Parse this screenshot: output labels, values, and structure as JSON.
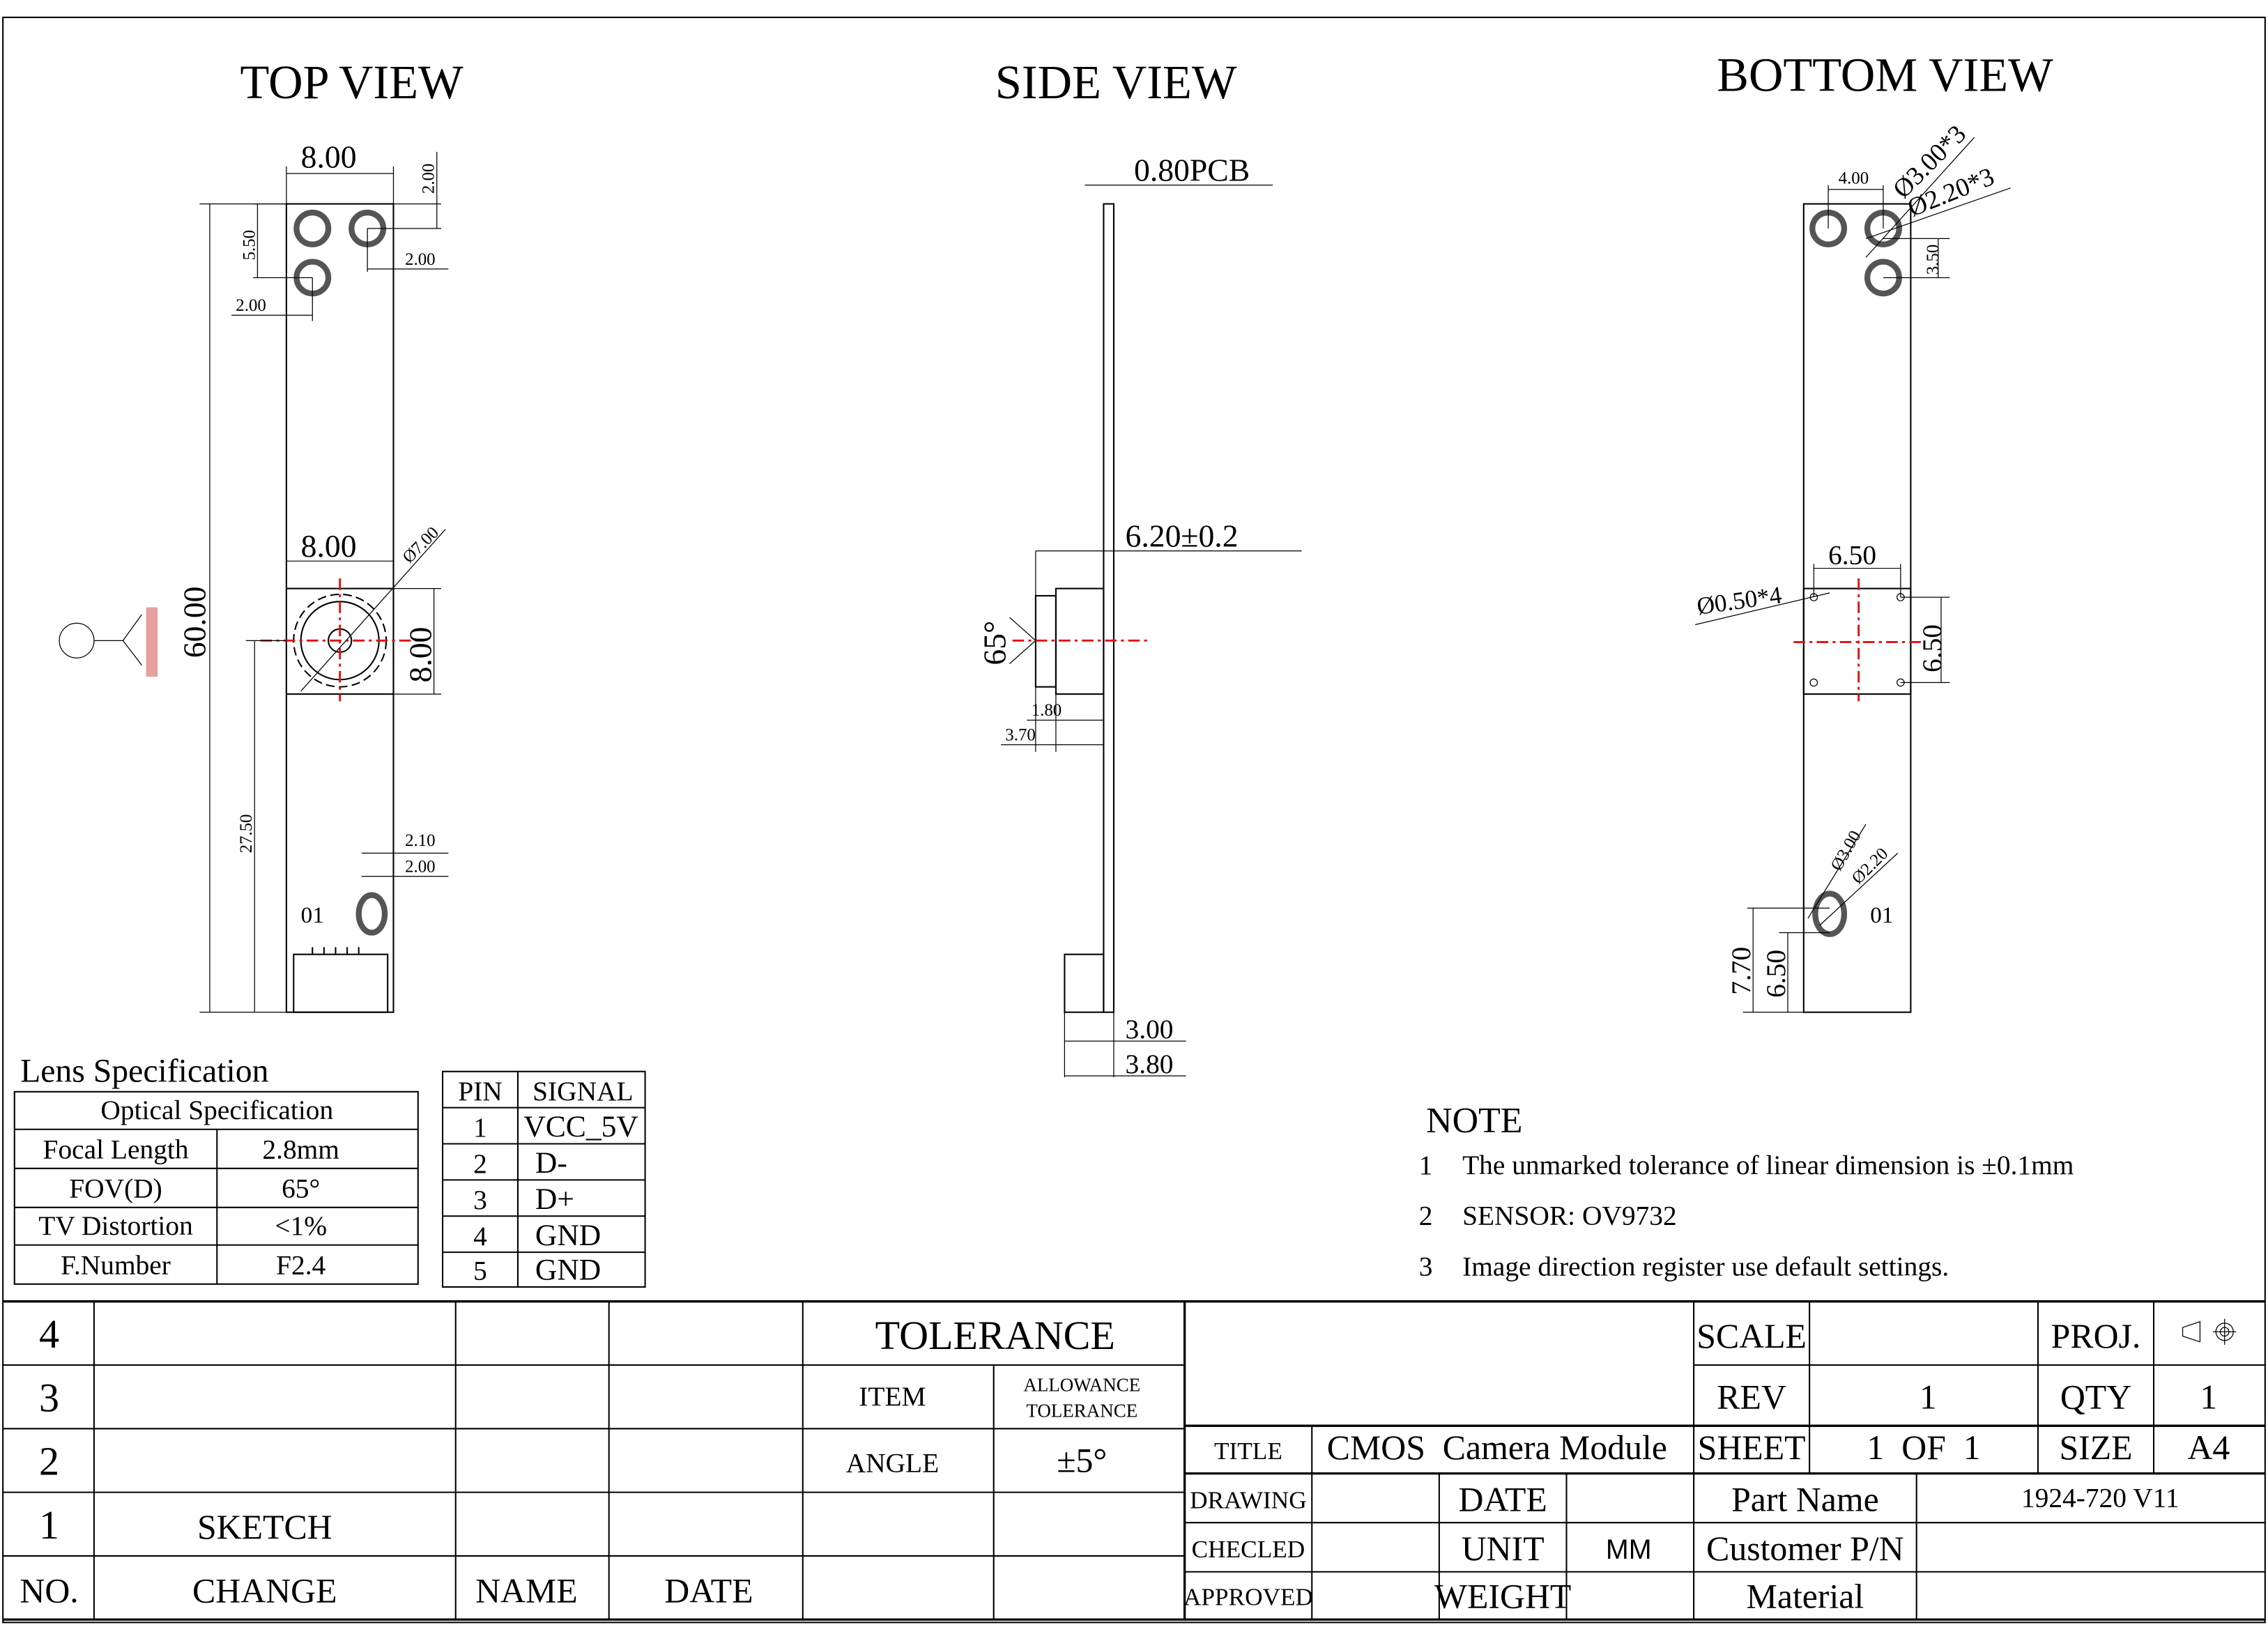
{
  "views": {
    "top": {
      "title": "TOP VIEW",
      "dims": {
        "width_top": "8.00",
        "hole_top_offset": "2.00",
        "hole_pitch_v": "5.50",
        "hole_right_offset": "2.00",
        "hole_left_offset": "2.00",
        "width_lens": "8.00",
        "lens_dia": "Ø7.00",
        "length": "60.00",
        "lens_height": "8.00",
        "lens_pos": "27.50",
        "conn_offset1": "2.10",
        "conn_offset2": "2.00",
        "pin1_label": "01"
      }
    },
    "side": {
      "title": "SIDE VIEW",
      "dims": {
        "pcb": "0.80PCB",
        "lens_height": "6.20±0.2",
        "angle": "65°",
        "d1": "1.80",
        "d2": "3.70",
        "conn1": "3.00",
        "conn2": "3.80"
      }
    },
    "bottom": {
      "title": "BOTTOM VIEW",
      "dims": {
        "pitch": "4.00",
        "hole_outer": "Ø3.00*3",
        "hole_inner": "Ø2.20*3",
        "hole_pitch_v": "3.50",
        "mount_w": "6.50",
        "mount_holes": "Ø0.50*4",
        "mount_h": "6.50",
        "pin_outer": "Ø3.00",
        "pin_inner": "Ø2.20",
        "pin1_label": "01",
        "pin_pos1": "7.70",
        "pin_pos2": "6.50"
      }
    }
  },
  "lens_spec": {
    "title": "Lens Specification",
    "header": "Optical Specification",
    "rows": [
      {
        "name": "Focal Length",
        "value": "2.8mm"
      },
      {
        "name": "FOV(D)",
        "value": "65°"
      },
      {
        "name": "TV Distortion",
        "value": "<1%"
      },
      {
        "name": "F.Number",
        "value": "F2.4"
      }
    ]
  },
  "pin_table": {
    "headers": [
      "PIN",
      "SIGNAL"
    ],
    "rows": [
      {
        "pin": "1",
        "signal": "VCC_5V"
      },
      {
        "pin": "2",
        "signal": "D-"
      },
      {
        "pin": "3",
        "signal": "D+"
      },
      {
        "pin": "4",
        "signal": "GND"
      },
      {
        "pin": "5",
        "signal": "GND"
      }
    ]
  },
  "notes": {
    "title": "NOTE",
    "items": [
      {
        "num": "1",
        "text": "The unmarked tolerance of linear dimension is ±0.1mm"
      },
      {
        "num": "2",
        "text": "SENSOR: OV9732"
      },
      {
        "num": "3",
        "text": "Image direction register use default settings."
      }
    ]
  },
  "revision_block": {
    "rows": [
      {
        "no": "4",
        "change": ""
      },
      {
        "no": "3",
        "change": ""
      },
      {
        "no": "2",
        "change": ""
      },
      {
        "no": "1",
        "change": "SKETCH"
      }
    ],
    "headers": {
      "no": "NO.",
      "change": "CHANGE",
      "name": "NAME",
      "date": "DATE"
    }
  },
  "tolerance": {
    "title": "TOLERANCE",
    "item_label": "ITEM",
    "allowance_label_1": "ALLOWANCE",
    "allowance_label_2": "TOLERANCE",
    "item": "ANGLE",
    "value": "±5°"
  },
  "title_block": {
    "scale_label": "SCALE",
    "scale": "",
    "proj_label": "PROJ.",
    "rev_label": "REV",
    "rev": "1",
    "qty_label": "QTY",
    "qty": "1",
    "title_label": "TITLE",
    "title": "CMOS  Camera Module",
    "sheet_label": "SHEET",
    "sheet": "1  OF  1",
    "size_label": "SIZE",
    "size": "A4",
    "drawing_label": "DRAWING",
    "date_label": "DATE",
    "part_name_label": "Part Name",
    "part_name": "1924-720 V11",
    "checked_label": "CHECLED",
    "unit_label": "UNIT",
    "unit": "MM",
    "customer_pn_label": "Customer P/N",
    "approved_label": "APPROVED",
    "weight_label": "WEIGHT",
    "material_label": "Material"
  },
  "colors": {
    "centerline": "#e01010",
    "line": "#000000"
  }
}
